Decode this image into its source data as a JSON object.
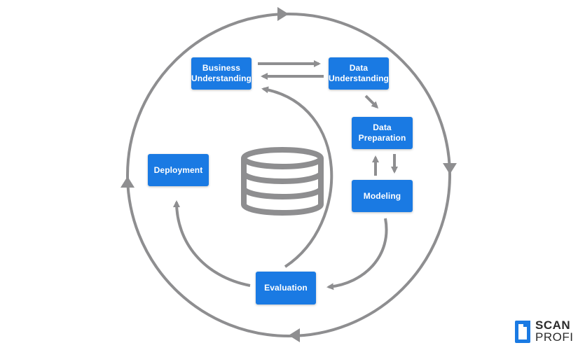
{
  "diagram": {
    "nodes": {
      "business_understanding": [
        "Business",
        "Understanding"
      ],
      "data_understanding": [
        "Data",
        "Understanding"
      ],
      "data_preparation": [
        "Data",
        "Preparation"
      ],
      "modeling": [
        "Modeling"
      ],
      "evaluation": [
        "Evaluation"
      ],
      "deployment": [
        "Deployment"
      ]
    },
    "database_icon": "database-icon",
    "colors": {
      "node_fill": "#1a7ae3",
      "node_text": "#ffffff",
      "arrow": "#8e8e90"
    }
  },
  "logo": {
    "line1": "SCAN",
    "line2": "PROFI",
    "icon": "document-icon",
    "accent": "#1a7ae3"
  }
}
